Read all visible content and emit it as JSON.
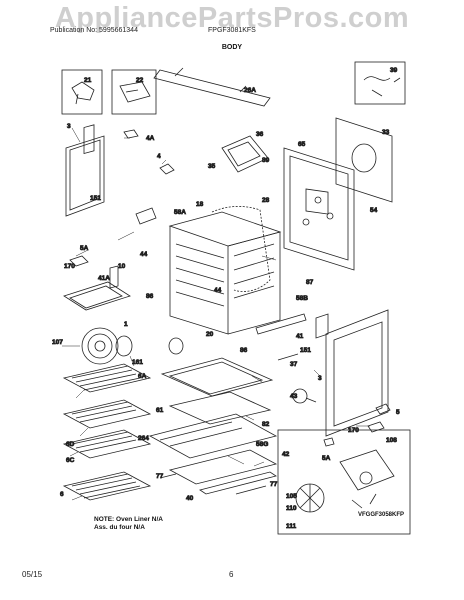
{
  "watermark": "AppliancePartsPros.com",
  "header": {
    "publication": "Publication No: 5995661344",
    "model": "FPGF3081KFS"
  },
  "section_title": "BODY",
  "callouts": [
    "21",
    "22",
    "26A",
    "39",
    "3",
    "4A",
    "36",
    "33",
    "4",
    "35",
    "89",
    "65",
    "151",
    "58A",
    "18",
    "28",
    "54",
    "5A",
    "170",
    "10",
    "44",
    "41A",
    "58B",
    "86",
    "87",
    "1",
    "44",
    "41",
    "107",
    "161",
    "20",
    "86",
    "151",
    "37",
    "6A",
    "3",
    "43",
    "5",
    "61",
    "82",
    "6D",
    "264",
    "58G",
    "170",
    "6C",
    "77",
    "42",
    "108",
    "6",
    "40",
    "77",
    "5A",
    "105",
    "110",
    "111"
  ],
  "note": {
    "line1": "NOTE: Oven Liner N/A",
    "line2": "Ass. du four N/A"
  },
  "diagram_code": "VFGGF3058KFP",
  "footer": {
    "date": "05/15",
    "page": "6"
  }
}
